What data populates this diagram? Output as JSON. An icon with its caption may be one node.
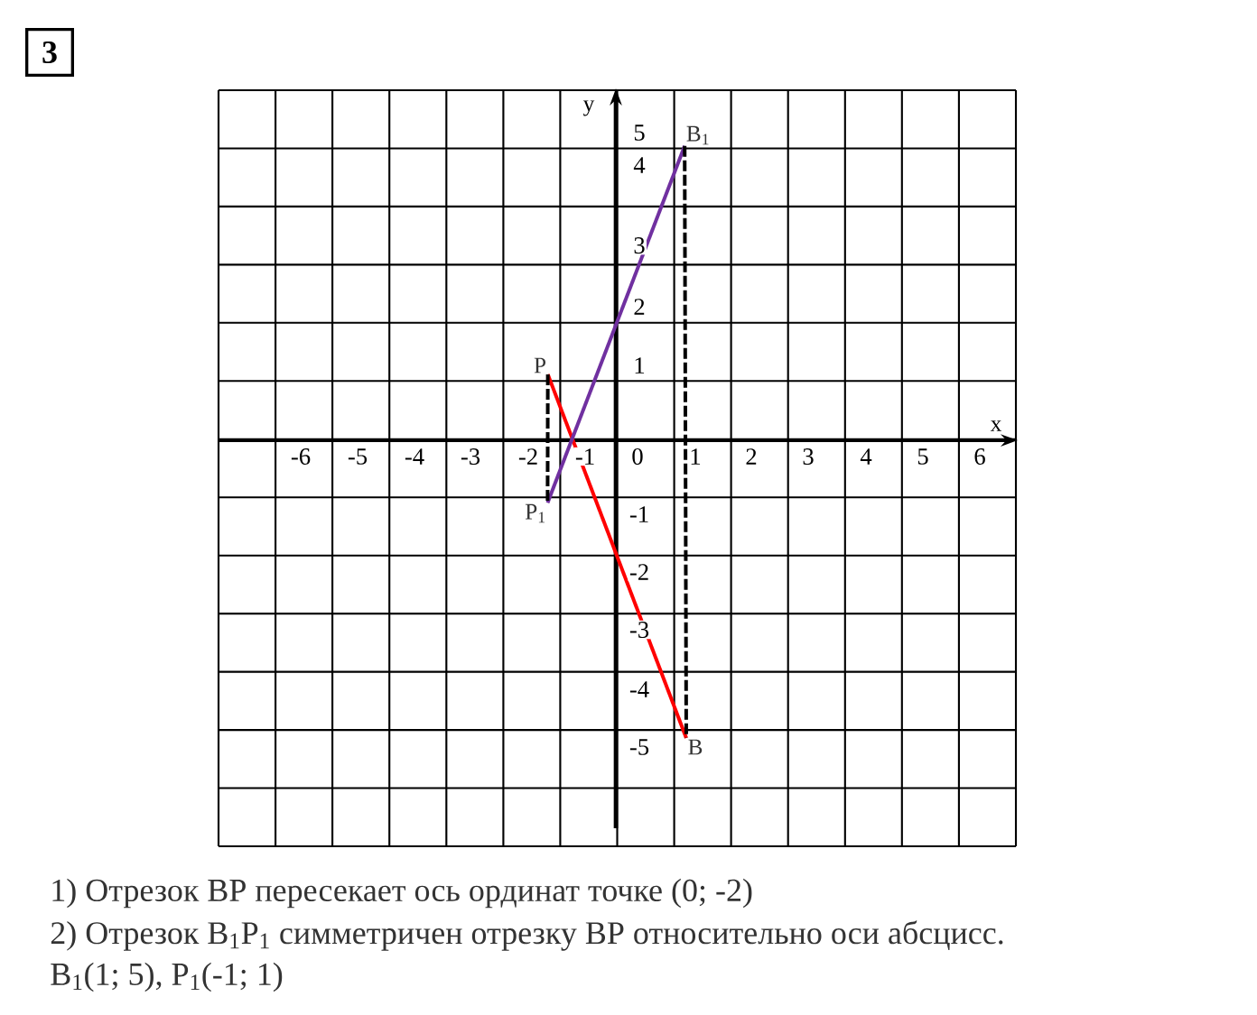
{
  "diagram": {
    "nodes": [
      {
        "text": [
          "B$_{1}$"
        ]
      },
      {
        "text": [
          "P"
        ]
      },
      {
        "text": [
          "P$_{1}$"
        ]
      },
      {
        "text": [
          "B"
        ]
      }
    ],
    "edges": [
      {
        "from": 1,
        "to": 3,
        "arrow": "none",
        "color": "#ff0000"
      },
      {
        "from": 2,
        "to": 0,
        "arrow": "none",
        "color": "#7030a0"
      },
      {
        "from": 0,
        "to": 3,
        "arrow": "none",
        "style": "dashed",
        "color": "#000000"
      },
      {
        "from": 1,
        "to": 2,
        "arrow": "none",
        "style": "dashed",
        "color": "#000000"
      }
    ],
    "labels": [
      "3",
      "y",
      "x",
      "-6",
      "-5",
      "-4",
      "-3",
      "-2",
      "-1",
      "0",
      "1",
      "2",
      "3",
      "4",
      "5",
      "6",
      "5",
      "4",
      "3",
      "2",
      "1",
      "-1",
      "-2",
      "-3",
      "-4",
      "-5",
      "1) Отрезок ВР пересекает ось ординат точке (0; -2)",
      "2) Отрезок B$_{1}$P$_{1}$ симметричен отрезку ВР относительно оси абсцисс.",
      "B$_{1}$(1; 5), P$_{1}$(-1; 1)"
    ]
  }
}
